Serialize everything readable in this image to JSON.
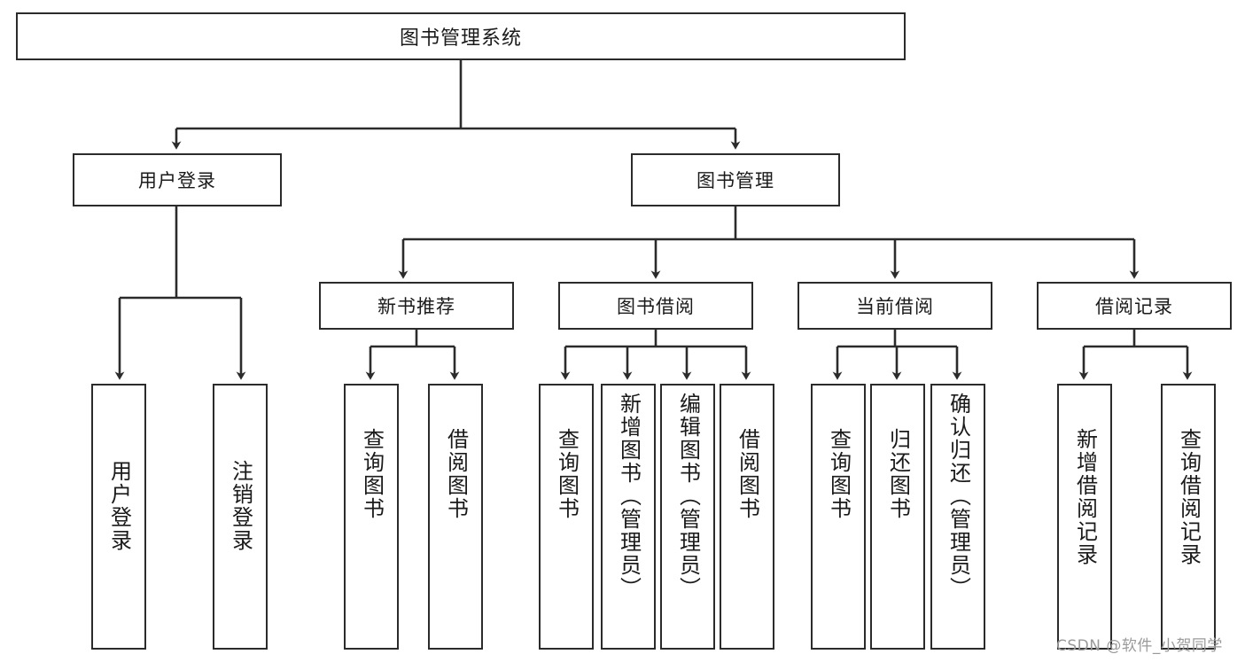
{
  "diagram": {
    "type": "hierarchy-tree",
    "title": "图书管理系统",
    "watermark": "CSDN @软件_小贺同学",
    "colors": {
      "border": "#2b2b2b",
      "background": "#ffffff",
      "text": "#1a1a1a",
      "watermark": "#9a9a9a"
    },
    "levels": {
      "root": {
        "label": "图书管理系统"
      },
      "level1": [
        {
          "label": "用户登录"
        },
        {
          "label": "图书管理"
        }
      ],
      "level2": [
        {
          "label": "新书推荐"
        },
        {
          "label": "图书借阅"
        },
        {
          "label": "当前借阅"
        },
        {
          "label": "借阅记录"
        }
      ],
      "leaves": {
        "user_login": [
          {
            "label": "用户登录"
          },
          {
            "label": "注销登录"
          }
        ],
        "new_book": [
          {
            "label": "查询图书"
          },
          {
            "label": "借阅图书"
          }
        ],
        "book_borrow": [
          {
            "label": "查询图书"
          },
          {
            "label": "新增图书（管理员）"
          },
          {
            "label": "编辑图书（管理员）"
          },
          {
            "label": "借阅图书"
          }
        ],
        "current_borrow": [
          {
            "label": "查询图书"
          },
          {
            "label": "归还图书"
          },
          {
            "label": "确认归还（管理员）"
          }
        ],
        "borrow_record": [
          {
            "label": "新增借阅记录"
          },
          {
            "label": "查询借阅记录"
          }
        ]
      }
    }
  }
}
